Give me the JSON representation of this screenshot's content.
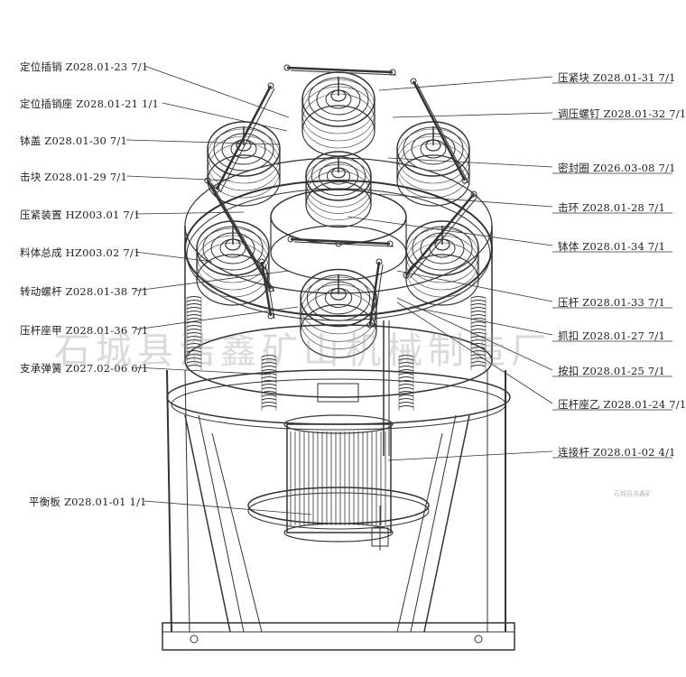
{
  "labels_left": [
    "定位插销 Z028.01-23 7/1",
    "定位插销座 Z028.01-21 1/1",
    "钵盖 Z028.01-30 7/1",
    "击块 Z028.01-29 7/1",
    "压紧装置 HZ003.01 7/1",
    "料体总成 HZ003.02 7/1",
    "转动螺杆 Z028.01-38 7/1",
    "压杆座甲 Z028.01-36 7/1",
    "支承弹簧 Z027.02-06 6/1",
    "平衡板 Z028.01-01 1/1"
  ],
  "labels_right": [
    "压紧块 Z028.01-31 7/1",
    "调压螺钉 Z028.01-32 7/1",
    "密封圈 Z026.03-08 7/1",
    "击环 Z028.01-28 7/1",
    "钵体 Z028.01-34 7/1",
    "压杆 Z028.01-33 7/1",
    "抓扣 Z028.01-27 7/1",
    "按扣 Z028.01-25 7/1",
    "压杆座乙 Z028.01-24 7/1",
    "连接杆 Z028.01-02 4/1"
  ],
  "watermark": "石城县浩鑫矿山机械制造厂",
  "stamp": "石城县浩鑫矿"
}
